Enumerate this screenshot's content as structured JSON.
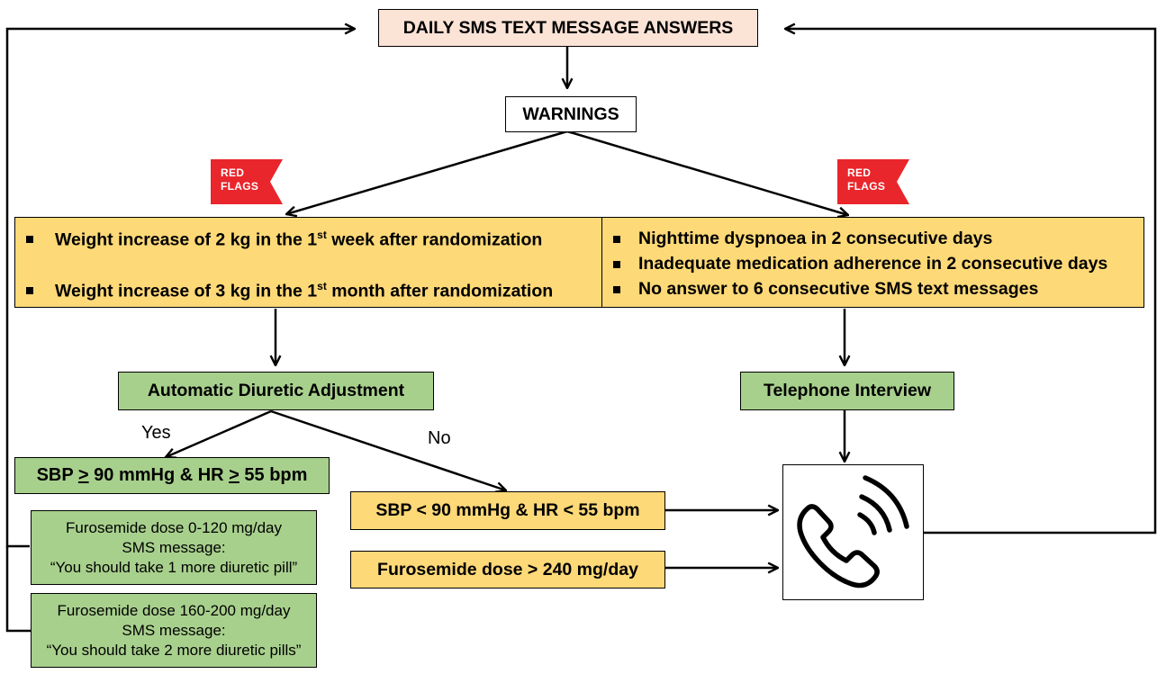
{
  "top": {
    "label": "DAILY SMS TEXT MESSAGE ANSWERS"
  },
  "warnings": {
    "label": "WARNINGS"
  },
  "red_flags": {
    "text": "RED\nFLAGS",
    "color": "#e8262b"
  },
  "left_criteria": {
    "items": [
      {
        "before": "Weight increase of 2 kg in the 1",
        "sup": "st",
        "after": " week after randomization"
      },
      {
        "before": "Weight increase of 3 kg in the 1",
        "sup": "st",
        "after": " month after randomization"
      }
    ]
  },
  "right_criteria": {
    "items": [
      "Nighttime dyspnoea in 2 consecutive days",
      "Inadequate medication adherence in 2 consecutive days",
      "No answer to 6 consecutive SMS text messages"
    ]
  },
  "automatic": {
    "label": "Automatic Diuretic Adjustment"
  },
  "telephone": {
    "label": "Telephone Interview"
  },
  "branch": {
    "yes": "Yes",
    "no": "No"
  },
  "sbp_ok": {
    "p1": "SBP ",
    "ge1": ">",
    "p2": " 90 mmHg & HR ",
    "ge2": ">",
    "p3": " 55 bpm"
  },
  "sbp_low": {
    "label": "SBP < 90 mmHg & HR < 55 bpm"
  },
  "furo_high": {
    "label": "Furosemide dose > 240 mg/day"
  },
  "dose_boxes": [
    {
      "line1": "Furosemide dose 0-120 mg/day",
      "line2": "SMS message:",
      "line3": "“You should take 1 more diuretic pill”"
    },
    {
      "line1": "Furosemide dose 160-200 mg/day",
      "line2": "SMS message:",
      "line3": "“You should take 2 more diuretic pills”"
    }
  ],
  "phone": {
    "icon": "phone-call-icon"
  },
  "colors": {
    "peach": "#fbe3d6",
    "orange": "#fed978",
    "green": "#a8d08d",
    "red_flag": "#e8262b"
  }
}
